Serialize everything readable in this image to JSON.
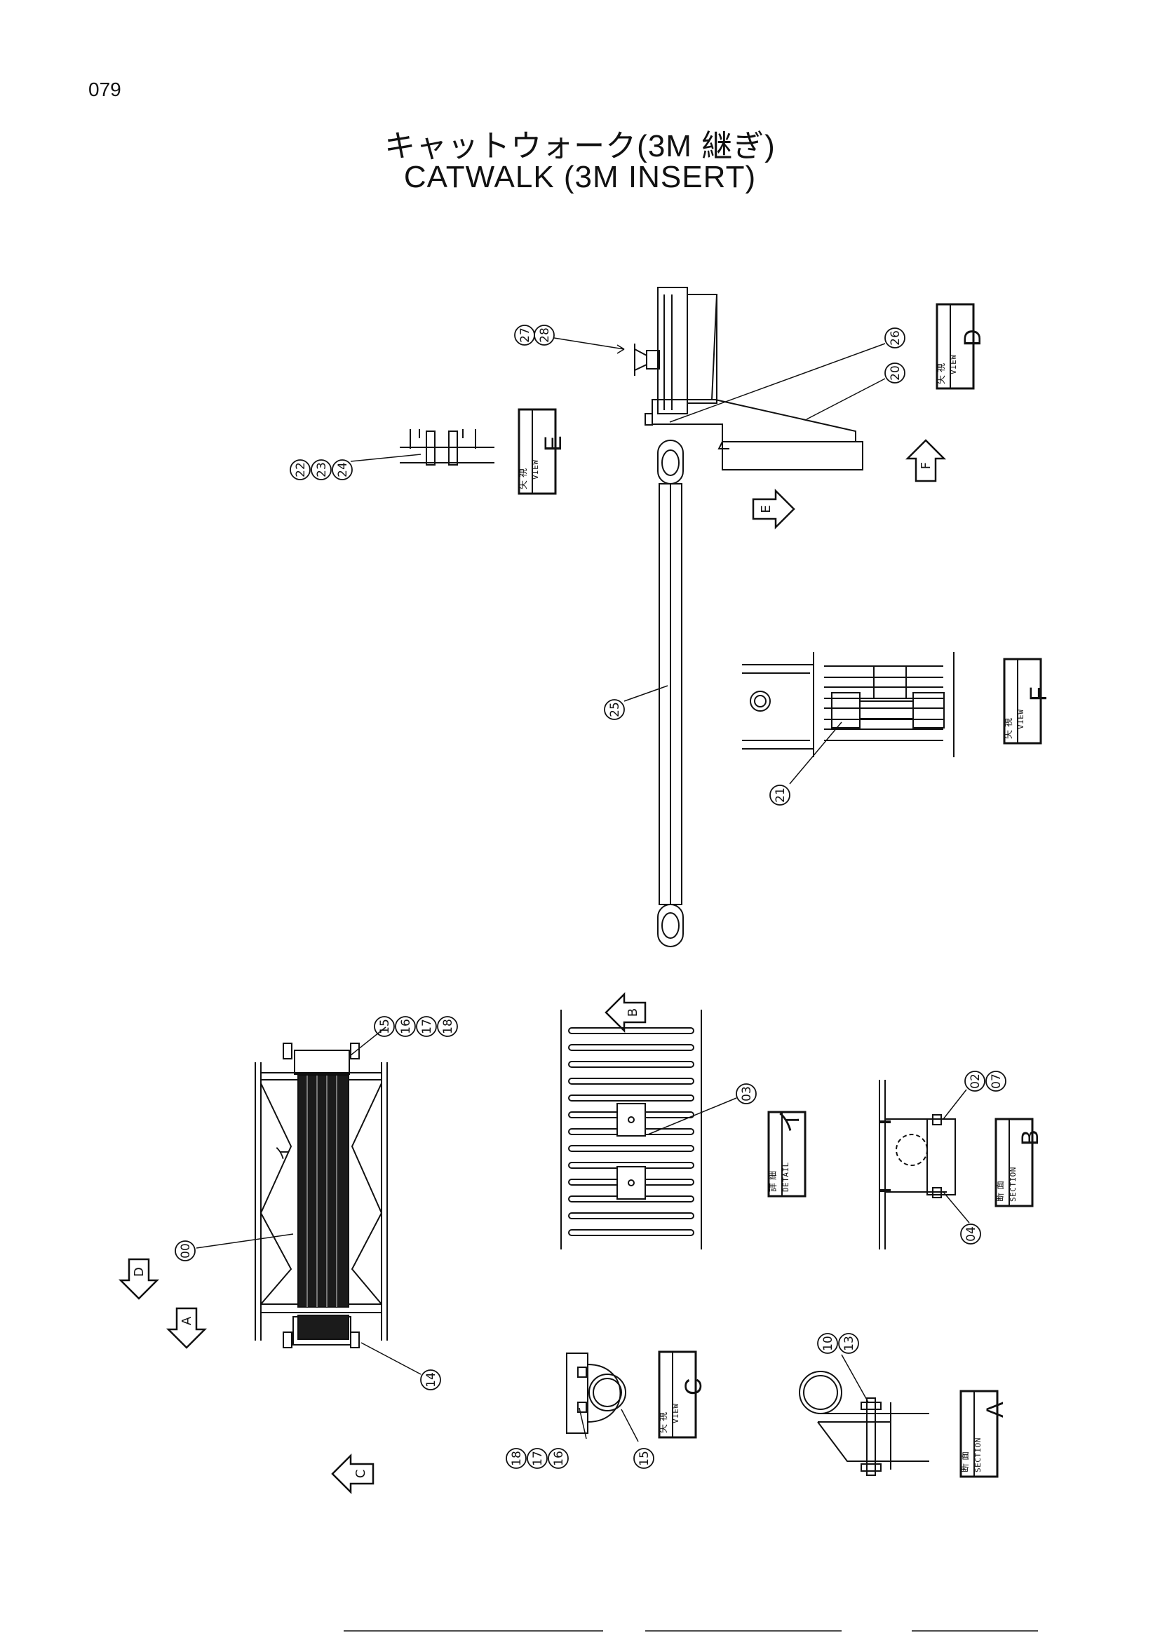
{
  "page": {
    "number": "079",
    "title_jp": "キャットウォーク(3M 継ぎ)",
    "title_en": "CATWALK (3M INSERT)"
  },
  "callouts": [
    "27",
    "28",
    "26",
    "20",
    "22",
    "23",
    "24",
    "25",
    "21",
    "15",
    "16",
    "17",
    "18",
    "03",
    "02",
    "07",
    "04",
    "00",
    "14",
    "10",
    "13"
  ],
  "view_labels": {
    "view_d": {
      "kanji": "矢 視",
      "word": "VIEW",
      "letter": "D"
    },
    "view_e": {
      "kanji": "矢 視",
      "word": "VIEW",
      "letter": "E"
    },
    "view_f": {
      "kanji": "矢 視",
      "word": "VIEW",
      "letter": "F"
    },
    "view_c": {
      "kanji": "矢 視",
      "word": "VIEW",
      "letter": "C"
    },
    "detail_i": {
      "kanji": "詳 細",
      "word": "DETAIL",
      "letter": "イ"
    },
    "section_b": {
      "kanji": "断 面",
      "word": "SECTION",
      "letter": "B"
    },
    "section_a": {
      "kanji": "断 面",
      "word": "SECTION",
      "letter": "A"
    }
  },
  "arrow_letters": {
    "f": "F",
    "e": "E",
    "b": "B",
    "d": "D",
    "a": "A",
    "c": "C"
  },
  "detail_mark": "イ"
}
